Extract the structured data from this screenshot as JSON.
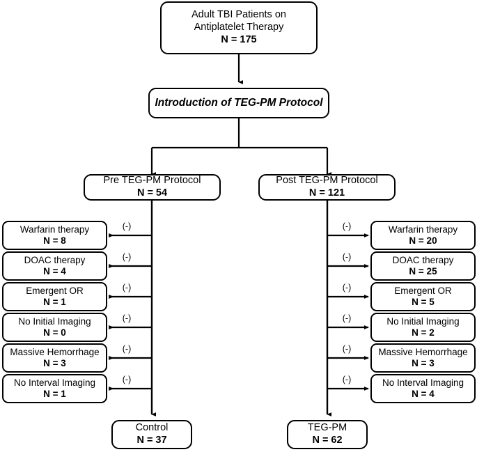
{
  "diagram": {
    "title_top": {
      "line1": "Adult TBI Patients on",
      "line2": "Antiplatelet Therapy",
      "count": "N = 175"
    },
    "intervention": {
      "label": "Introduction of TEG-PM Protocol"
    },
    "branches": {
      "left": {
        "label": "Pre TEG-PM Protocol",
        "count": "N = 54",
        "result_label": "Control",
        "result_count": "N = 37"
      },
      "right": {
        "label": "Post TEG-PM Protocol",
        "count": "N = 121",
        "result_label": "TEG-PM",
        "result_count": "N = 62"
      }
    },
    "exclusion_marker": "(-)",
    "exclusions_left": [
      {
        "label": "Warfarin therapy",
        "count": "N = 8"
      },
      {
        "label": "DOAC therapy",
        "count": "N = 4"
      },
      {
        "label": "Emergent OR",
        "count": "N = 1"
      },
      {
        "label": "No Initial Imaging",
        "count": "N = 0"
      },
      {
        "label": "Massive Hemorrhage",
        "count": "N = 3"
      },
      {
        "label": "No Interval Imaging",
        "count": "N = 1"
      }
    ],
    "exclusions_right": [
      {
        "label": "Warfarin therapy",
        "count": "N = 20"
      },
      {
        "label": "DOAC therapy",
        "count": "N = 25"
      },
      {
        "label": "Emergent OR",
        "count": "N = 5"
      },
      {
        "label": "No Initial Imaging",
        "count": "N = 2"
      },
      {
        "label": "Massive Hemorrhage",
        "count": "N = 3"
      },
      {
        "label": "No Interval Imaging",
        "count": "N = 4"
      }
    ],
    "colors": {
      "stroke": "#000000",
      "background": "#ffffff",
      "text": "#000000"
    }
  }
}
